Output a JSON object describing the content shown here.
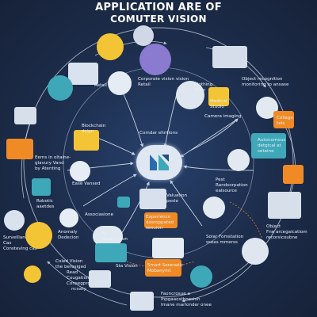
{
  "title": {
    "line1": "APPLICATION ARE OF",
    "line2": "COMUTER VISION"
  },
  "labels": {
    "retail": "Retail",
    "corporate_vision_retail": "Corporate vision vision",
    "corporate_vision_retail_2": "Retail",
    "object_recognition": "Object recognition",
    "object_recognition_2": "monitoring to ansase",
    "clothing_shop": "Clothing",
    "clothing_shop_2": "Shop",
    "medical_studio": "Medical",
    "medical_studio_2": "Studio",
    "camera_imaging": "Camera imaging",
    "collage_visual": "Collage",
    "collage_visual_2": "tels",
    "blockchain": "Blockchain",
    "blockchain_2": "dsign",
    "center_label": "Comdar ehntions",
    "autonomous_1": "Autonomous",
    "autonomous_2": "detgical at",
    "autonomous_3": "setaine",
    "emission_1": "Eems in oltaine-",
    "emission_2": "glavury Vand",
    "emission_3": "by Atenting",
    "ease_vansed": "Ease Vansed",
    "pest": "Pest",
    "pest_2": "Randsorpation",
    "pest_3": "ealsource",
    "robotic_1": "Robotic",
    "robotic_2": "aaetdes",
    "association": "Associasione",
    "valuation_1": "Valuation",
    "valuation_2": "pesle",
    "experience_1": "Experience",
    "experience_2": "dosroppated",
    "experience_3": "sesuion",
    "surveillance_1": "Surveillance",
    "surveillance_2": "Cas",
    "surveillance_3": "Consteving cas",
    "anomaly_1": "Anomaly",
    "anomaly_2": "Dedecion",
    "ay_recognition_1": "Ay",
    "ay_recognition_2": "Recognition",
    "object_1": "Object",
    "object_2": "Fne arcegaicatiom",
    "object_3": "recorsicoubne",
    "solar_1": "Solar Fomstation",
    "solar_2": "sseas mmerss",
    "stavi": "Sta Vision",
    "coled_1": "Coled Vision",
    "coled_2": "the beresiged",
    "coled_3": "Read",
    "coled_4": "Cougation",
    "coled_5": "Consegprodion",
    "coled_6": "ncvaty",
    "smart_1": "Smart Sereradic",
    "smart_2": "Mobanymt",
    "facial_1": "Faoncrosue a",
    "facial_2": "Ihpgaaosthoesion",
    "facial_3": "Imane marlonder onee"
  },
  "colors": {
    "background": "#1c2c4a",
    "arrow": "#d8e2f0",
    "accent_orange": "#f08a24",
    "accent_teal": "#3ea8b8",
    "accent_yellow": "#f3c436",
    "accent_purple": "#8a7ad0"
  },
  "icons": {
    "center": "cloud-neural-logo-icon",
    "retail": "robot-faces-icon",
    "shop": "clothing-figures-icon",
    "medical": "medical-scan-icon",
    "surveillance": "security-camera-icon",
    "anomaly": "radar-gear-icon",
    "blockchain": "network-people-icon"
  }
}
